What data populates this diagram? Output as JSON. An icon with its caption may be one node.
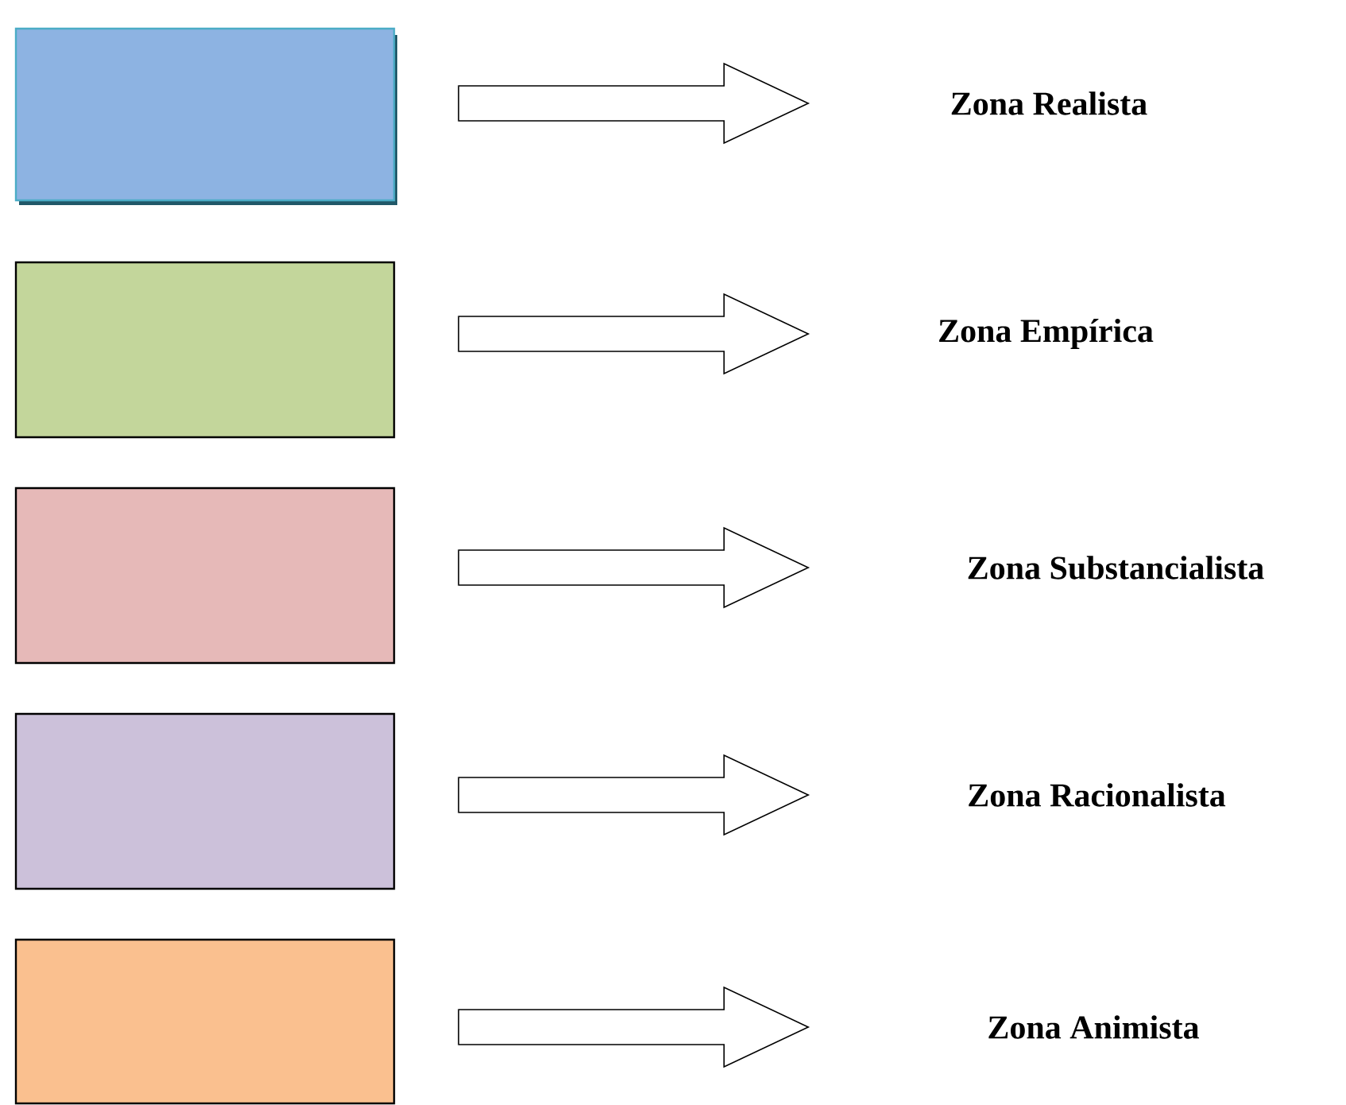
{
  "diagram": {
    "nodes": [
      {
        "text": [],
        "shape": "box"
      },
      {
        "text": [
          "Zona Realista"
        ]
      },
      {
        "text": [],
        "shape": "box"
      },
      {
        "text": [
          "Zona Empírica"
        ]
      },
      {
        "text": [],
        "shape": "box"
      },
      {
        "text": [
          "Zona Substancialista"
        ]
      },
      {
        "text": [],
        "shape": "box"
      },
      {
        "text": [
          "Zona Racionalista"
        ]
      },
      {
        "text": [],
        "shape": "box"
      },
      {
        "text": [
          "Zona Animista"
        ]
      }
    ],
    "edges": [
      {
        "from": 0,
        "to": 1,
        "arrow": "to"
      },
      {
        "from": 2,
        "to": 3,
        "arrow": "to"
      },
      {
        "from": 4,
        "to": 5,
        "arrow": "to"
      },
      {
        "from": 6,
        "to": 7,
        "arrow": "to"
      },
      {
        "from": 8,
        "to": 9,
        "arrow": "to"
      }
    ]
  }
}
